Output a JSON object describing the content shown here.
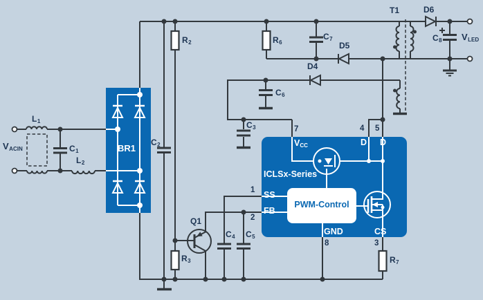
{
  "colors": {
    "bg": "#c5d3e0",
    "blue": "#0a68b2",
    "wire": "#32383d",
    "label": "#1e3553",
    "white": "#ffffff"
  },
  "components": {
    "vacin": {
      "main": "V",
      "sub": "ACIN"
    },
    "vled": {
      "main": "V",
      "sub": "LED"
    },
    "l1": {
      "main": "L",
      "sub": "1"
    },
    "l2": {
      "main": "L",
      "sub": "2"
    },
    "c1": {
      "main": "C",
      "sub": "1"
    },
    "c2": {
      "main": "C",
      "sub": "2"
    },
    "c3": {
      "main": "C",
      "sub": "3"
    },
    "c4": {
      "main": "C",
      "sub": "4"
    },
    "c5": {
      "main": "C",
      "sub": "5"
    },
    "c6": {
      "main": "C",
      "sub": "6"
    },
    "c7": {
      "main": "C",
      "sub": "7"
    },
    "c8": {
      "main": "C",
      "sub": "8"
    },
    "r2": {
      "main": "R",
      "sub": "2"
    },
    "r3": {
      "main": "R",
      "sub": "3"
    },
    "r6": {
      "main": "R",
      "sub": "6"
    },
    "r7": {
      "main": "R",
      "sub": "7"
    },
    "br1": "BR1",
    "q1": "Q1",
    "t1": "T1",
    "d4": "D4",
    "d5": "D5",
    "d6": "D6"
  },
  "ic": {
    "name": "ICLSx-Series",
    "pwm": "PWM-Control",
    "labels": {
      "vcc": {
        "main": "V",
        "sub": "CC"
      },
      "d_left": "D",
      "d_right": "D",
      "ss": "SS",
      "fb": "FB",
      "gnd": "GND",
      "cs": "CS"
    },
    "pins": {
      "vcc": "7",
      "d_left": "4",
      "d_right": "5",
      "ss": "1",
      "fb": "2",
      "gnd": "8",
      "cs": "3"
    }
  }
}
